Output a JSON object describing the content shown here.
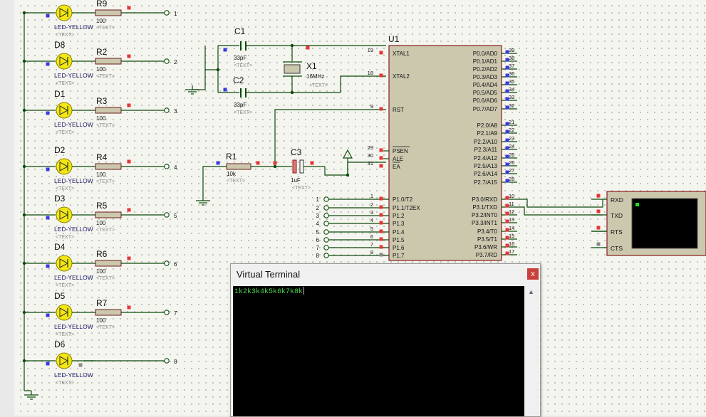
{
  "colors": {
    "wire": "#0a4a0a",
    "body": "#cbc8ae",
    "led": "#f5e512",
    "pin_red": "#e53636",
    "pin_blue": "#3a3ae0",
    "label": "#1a1a6e",
    "text_placeholder": "#8a8a8a",
    "terminal_text": "#4cd24c"
  },
  "text_placeholder": "<TEXT>",
  "leds": [
    {
      "ref": "R9",
      "resistor": "R9",
      "value": "100",
      "type": "LED-YELLOW",
      "net": "1"
    },
    {
      "ref": "D8",
      "resistor": "R2",
      "value": "100",
      "type": "LED-YELLOW",
      "net": "2"
    },
    {
      "ref": "D1",
      "resistor": "R3",
      "value": "100",
      "type": "LED-YELLOW",
      "net": "3"
    },
    {
      "ref": "D2",
      "resistor": "R4",
      "value": "100",
      "type": "LED-YELLOW",
      "net": "4"
    },
    {
      "ref": "D3",
      "resistor": "R5",
      "value": "100",
      "type": "LED-YELLOW",
      "net": "5"
    },
    {
      "ref": "D4",
      "resistor": "R6",
      "value": "100",
      "type": "LED-YELLOW",
      "net": "6"
    },
    {
      "ref": "D5",
      "resistor": "R7",
      "value": "100",
      "type": "LED-YELLOW",
      "net": "7"
    },
    {
      "ref": "D6",
      "resistor": "",
      "value": "",
      "type": "LED-YELLOW",
      "net": "8"
    }
  ],
  "components": {
    "c1": {
      "ref": "C1",
      "value": "33pF"
    },
    "c2": {
      "ref": "C2",
      "value": "33pF"
    },
    "x1": {
      "ref": "X1",
      "value": "16MHz"
    },
    "r1": {
      "ref": "R1",
      "value": "10k"
    },
    "c3": {
      "ref": "C3",
      "value": "1uF"
    },
    "u1": {
      "ref": "U1"
    }
  },
  "mcu": {
    "left_pins": [
      {
        "num": "19",
        "name": "XTAL1"
      },
      {
        "num": "18",
        "name": "XTAL2"
      },
      {
        "num": "9",
        "name": "RST"
      },
      {
        "num": "29",
        "name": "PSEN"
      },
      {
        "num": "30",
        "name": "ALE"
      },
      {
        "num": "31",
        "name": "EA"
      },
      {
        "num": "1",
        "name": "P1.0/T2"
      },
      {
        "num": "2",
        "name": "P1.1/T2EX"
      },
      {
        "num": "3",
        "name": "P1.2"
      },
      {
        "num": "4",
        "name": "P1.3"
      },
      {
        "num": "5",
        "name": "P1.4"
      },
      {
        "num": "6",
        "name": "P1.5"
      },
      {
        "num": "7",
        "name": "P1.6"
      },
      {
        "num": "8",
        "name": "P1.7"
      }
    ],
    "right_pins": [
      {
        "num": "39",
        "name": "P0.0/AD0"
      },
      {
        "num": "38",
        "name": "P0.1/AD1"
      },
      {
        "num": "37",
        "name": "P0.2/AD2"
      },
      {
        "num": "36",
        "name": "P0.3/AD3"
      },
      {
        "num": "35",
        "name": "P0.4/AD4"
      },
      {
        "num": "34",
        "name": "P0.5/AD5"
      },
      {
        "num": "33",
        "name": "P0.6/AD6"
      },
      {
        "num": "32",
        "name": "P0.7/AD7"
      },
      {
        "num": "21",
        "name": "P2.0/A8"
      },
      {
        "num": "22",
        "name": "P2.1/A9"
      },
      {
        "num": "23",
        "name": "P2.2/A10"
      },
      {
        "num": "24",
        "name": "P2.3/A11"
      },
      {
        "num": "25",
        "name": "P2.4/A12"
      },
      {
        "num": "26",
        "name": "P2.5/A13"
      },
      {
        "num": "27",
        "name": "P2.6/A14"
      },
      {
        "num": "28",
        "name": "P2.7/A15"
      },
      {
        "num": "10",
        "name": "P3.0/RXD"
      },
      {
        "num": "11",
        "name": "P3.1/TXD"
      },
      {
        "num": "12",
        "name": "P3.2/INT0"
      },
      {
        "num": "13",
        "name": "P3.3/INT1"
      },
      {
        "num": "14",
        "name": "P3.4/T0"
      },
      {
        "num": "15",
        "name": "P3.5/T1"
      },
      {
        "num": "16",
        "name": "P3.6/WR"
      },
      {
        "num": "17",
        "name": "P3.7/RD"
      }
    ]
  },
  "p1_nets": [
    "1",
    "2",
    "3",
    "4",
    "5",
    "6",
    "7",
    "8"
  ],
  "vterm_device": {
    "pins": [
      "RXD",
      "TXD",
      "RTS",
      "CTS"
    ]
  },
  "virtual_terminal": {
    "title": "Virtual Terminal",
    "close": "x",
    "output": "1k2k3k4k5k6k7k8k"
  }
}
